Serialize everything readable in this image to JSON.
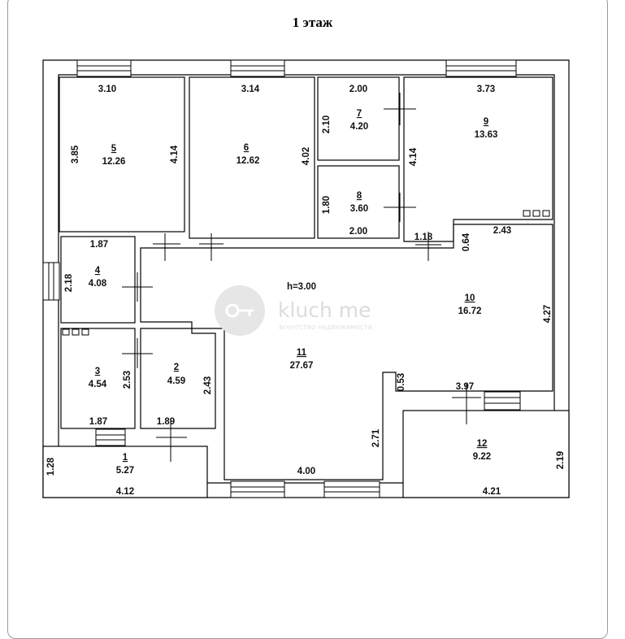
{
  "title": "1 этаж",
  "ceiling_height": "h=3.00",
  "watermark": {
    "brand": "kluch me",
    "tagline": "агентство недвижимости",
    "logo_icon": "key-icon"
  },
  "colors": {
    "wall": "#ffffff",
    "line": "#000000",
    "watermark": "#dcdcdc"
  },
  "rooms": [
    {
      "id": "1",
      "number": "1",
      "area": "5.27"
    },
    {
      "id": "2",
      "number": "2",
      "area": "4.59"
    },
    {
      "id": "3",
      "number": "3",
      "area": "4.54"
    },
    {
      "id": "4",
      "number": "4",
      "area": "4.08"
    },
    {
      "id": "5",
      "number": "5",
      "area": "12.26"
    },
    {
      "id": "6",
      "number": "6",
      "area": "12.62"
    },
    {
      "id": "7",
      "number": "7",
      "area": "4.20"
    },
    {
      "id": "8",
      "number": "8",
      "area": "3.60"
    },
    {
      "id": "9",
      "number": "9",
      "area": "13.63"
    },
    {
      "id": "10",
      "number": "10",
      "area": "16.72"
    },
    {
      "id": "11",
      "number": "11",
      "area": "27.67"
    },
    {
      "id": "12",
      "number": "12",
      "area": "9.22"
    }
  ],
  "dimensions": {
    "r5_top": "3.10",
    "r5_left": "3.85",
    "r5_right": "4.14",
    "r6_top": "3.14",
    "r6_right": "4.02",
    "r7_top": "2.00",
    "r7_left": "2.10",
    "r8_left": "1.80",
    "r8_bottom": "2.00",
    "r9_top": "3.73",
    "r9_left": "4.14",
    "r4_top": "1.87",
    "r4_left": "2.18",
    "r3_left": "2.53",
    "r3_bottom": "1.87",
    "r2_right": "2.43",
    "r2_bottom": "1.89",
    "r1_left": "1.28",
    "r1_bottom": "4.12",
    "corr_118": "1.18",
    "corr_064": "0.64",
    "r10_top": "2.43",
    "r10_right": "4.27",
    "r11_step": "0.53",
    "r11_right": "2.71",
    "r11_bottom": "4.00",
    "r12_top": "3.97",
    "r12_right": "2.19",
    "r12_bottom": "4.21"
  }
}
